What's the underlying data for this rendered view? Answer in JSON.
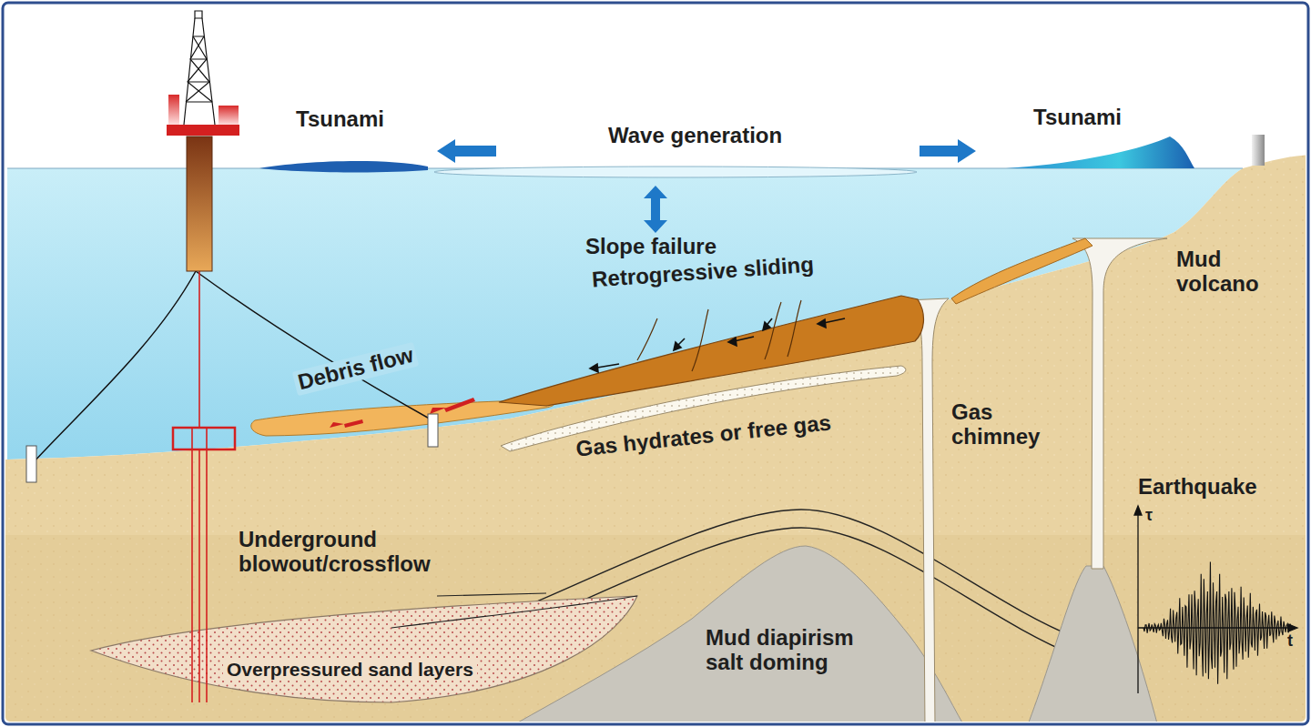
{
  "diagram": {
    "labels": [
      "Tsunami",
      "Wave generation",
      "Tsunami",
      "Slope failure",
      "Retrogressive sliding",
      "Mud volcano",
      "Debris flow",
      "Gas hydrates or free gas",
      "Gas chimney",
      "Earthquake",
      "τ",
      "t",
      "Underground blowout/crossflow",
      "Mud diapirism salt doming",
      "Overpressured sand layers"
    ]
  }
}
